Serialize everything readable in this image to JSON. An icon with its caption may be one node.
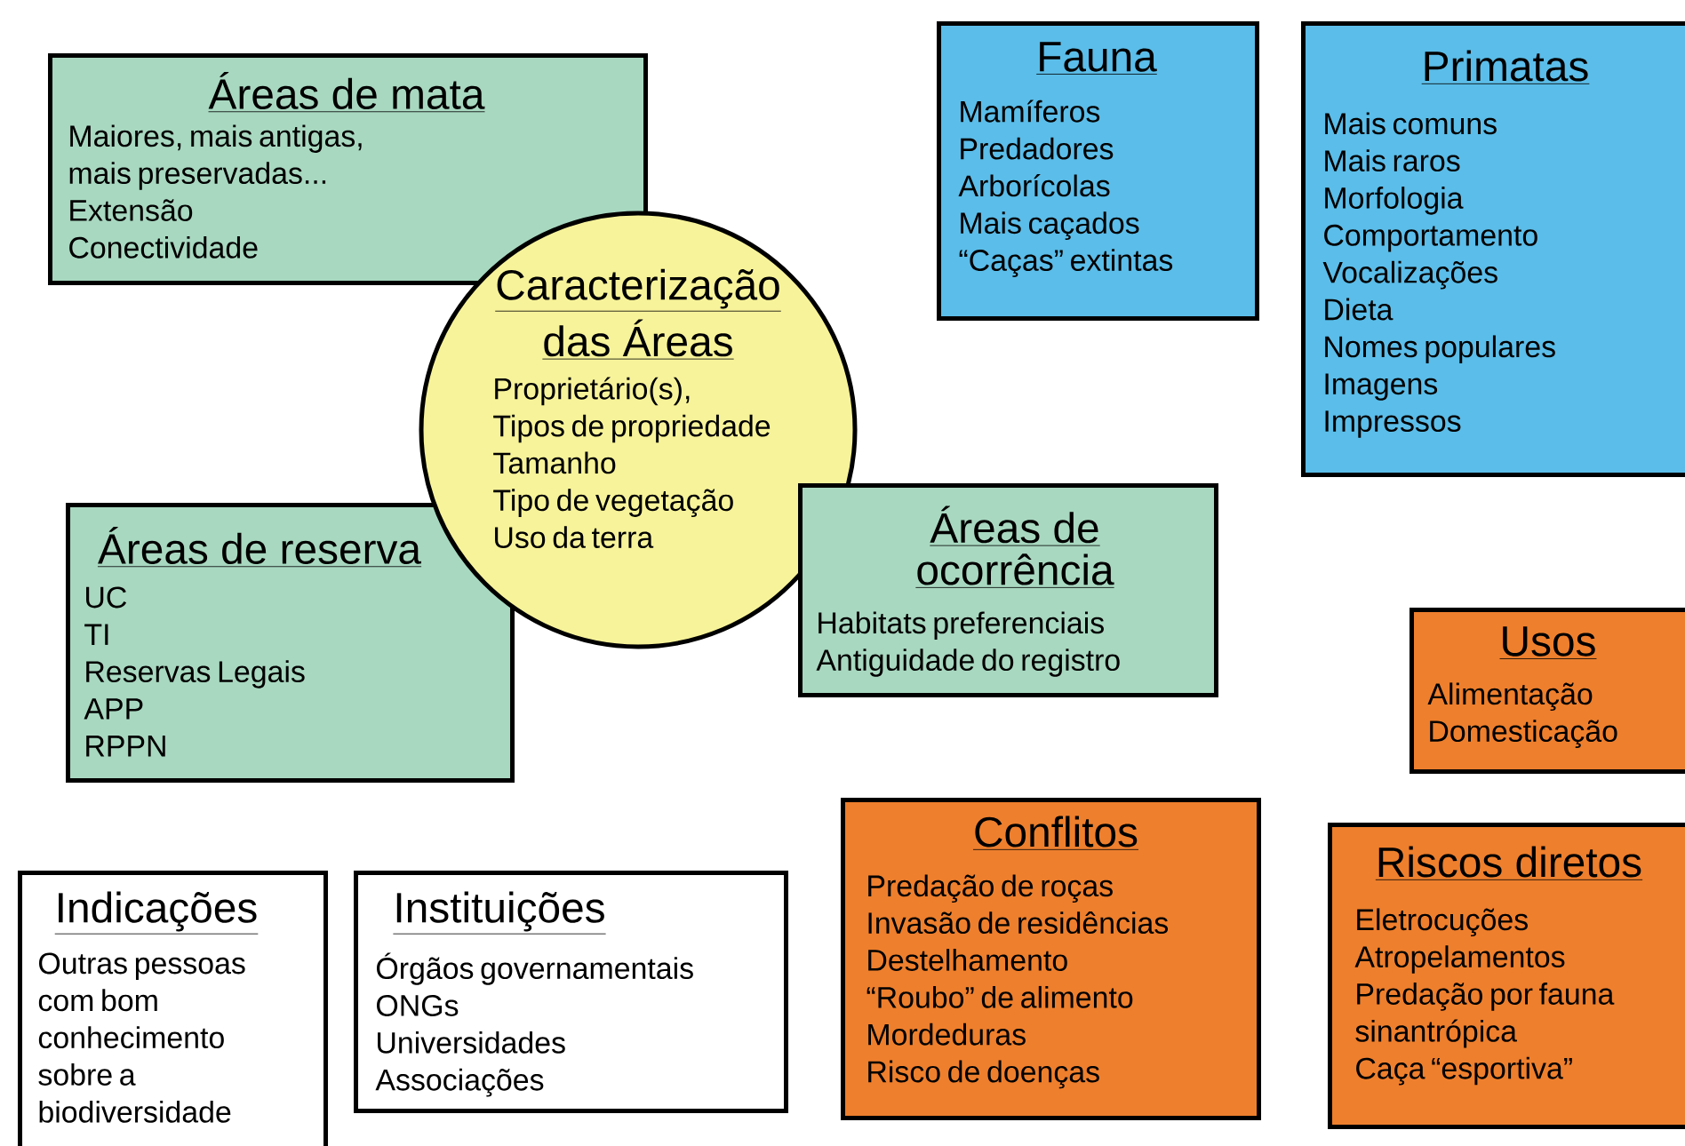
{
  "diagram": {
    "nodes": [
      {
        "text": [
          "Áreas de mata",
          "Maiores, mais antigas, mais preservadas...",
          "Extensão",
          "Conectividade"
        ]
      },
      {
        "text": [
          "Caracterização das Áreas",
          "Proprietário(s),",
          "Tipos de propriedade",
          "Tamanho",
          "Tipo de vegetação",
          "Uso da terra"
        ]
      },
      {
        "text": [
          "Áreas de reserva",
          "UC",
          "TI",
          "Reservas Legais",
          "APP",
          "RPPN"
        ]
      },
      {
        "text": [
          "Áreas de ocorrência",
          "Habitats preferenciais",
          "Antiguidade do registro"
        ]
      },
      {
        "text": [
          "Fauna",
          "Mamíferos",
          "Predadores",
          "Arborícolas",
          "Mais caçados",
          "“Caças” extintas"
        ]
      },
      {
        "text": [
          "Primatas",
          "Mais comuns",
          "Mais raros",
          "Morfologia",
          "Comportamento",
          "Vocalizações",
          "Dieta",
          "Nomes populares",
          "Imagens",
          "Impressos"
        ]
      },
      {
        "text": [
          "Usos",
          "Alimentação",
          "Domesticação"
        ]
      },
      {
        "text": [
          "Conflitos",
          "Predação de roças",
          "Invasão de residências",
          "Destelhamento",
          "“Roubo” de alimento",
          "Mordeduras",
          "Risco de doenças"
        ]
      },
      {
        "text": [
          "Riscos diretos",
          "Eletrocuções",
          "Atropelamentos",
          "Predação por fauna sinantrópica",
          "Caça “esportiva”"
        ]
      },
      {
        "text": [
          "Indicações",
          "Outras pessoas com bom conhecimento sobre a biodiversidade"
        ]
      },
      {
        "text": [
          "Instituições",
          "Órgãos governamentais",
          "ONGs",
          "Universidades",
          "Associações"
        ]
      }
    ]
  }
}
